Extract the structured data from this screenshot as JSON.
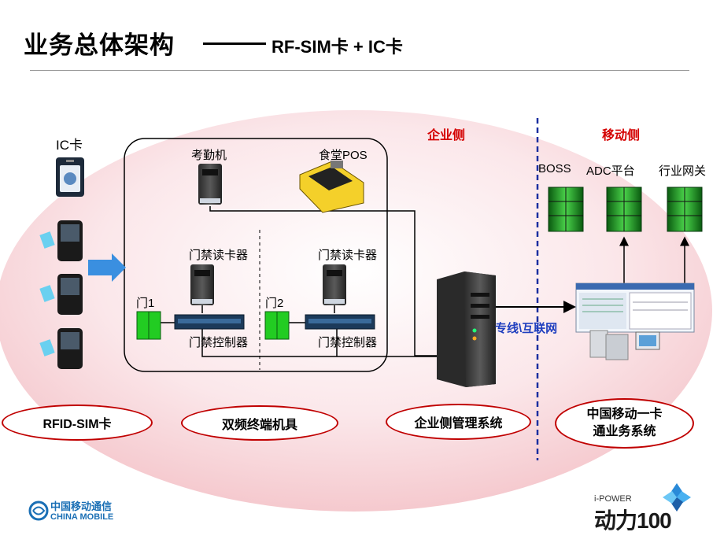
{
  "header": {
    "title": "业务总体架构",
    "subtitle": "RF-SIM卡 + IC卡"
  },
  "sections": {
    "enterprise": "企业侧",
    "mobile": "移动侧"
  },
  "left": {
    "ic_card": "IC卡"
  },
  "terminals": {
    "attendance": "考勤机",
    "canteen_pos": "食堂POS",
    "reader1": "门禁读卡器",
    "reader2": "门禁读卡器",
    "door1": "门1",
    "door2": "门2",
    "controller1": "门禁控制器",
    "controller2": "门禁控制器"
  },
  "mobile_nodes": {
    "boss": "BOSS",
    "adc": "ADC平台",
    "gateway": "行业网关"
  },
  "link_label": "专线\\互联网",
  "pills": {
    "rfid": "RFID-SIM卡",
    "dual": "双频终端机具",
    "ent_mgmt": "企业侧管理系统",
    "cm_line1": "中国移动一卡",
    "cm_line2": "通业务系统"
  },
  "logos": {
    "china_mobile_cn": "中国移动通信",
    "china_mobile_en": "CHINA MOBILE",
    "ipower": "i-POWER",
    "brand": "动力100"
  },
  "colors": {
    "ellipse": "#f8d6da",
    "section_label": "#d40000",
    "link_label": "#1f3fbf",
    "pill_border": "#c00000",
    "divider": "#1a2fa0",
    "arrow": "#3a8fe0",
    "door": "#22cc22"
  }
}
